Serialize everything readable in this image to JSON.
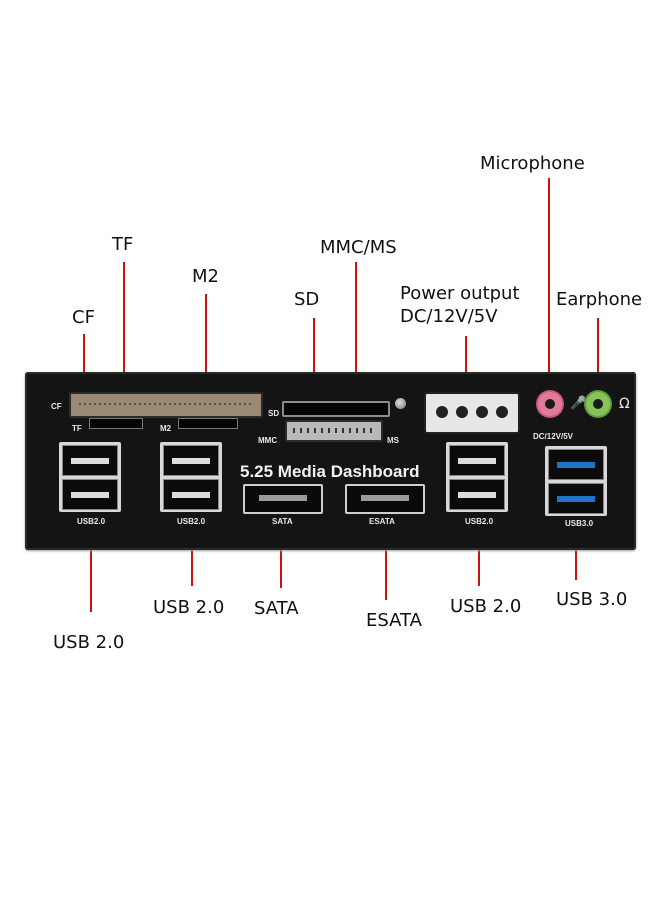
{
  "callouts": {
    "microphone": "Microphone",
    "tf": "TF",
    "m2": "M2",
    "mmc_ms": "MMC/MS",
    "power_output_line1": "Power output",
    "power_output_line2": "DC/12V/5V",
    "cf": "CF",
    "sd": "SD",
    "earphone": "Earphone",
    "usb20_left_bottom": "USB 2.0",
    "usb20_left": "USB 2.0",
    "sata": "SATA",
    "esata": "ESATA",
    "usb20_right": "USB 2.0",
    "usb30": "USB 3.0"
  },
  "panel": {
    "title": "5.25 Media Dashboard",
    "labels": {
      "cf": "CF",
      "tf": "TF",
      "m2": "M2",
      "sd": "SD",
      "mmc": "MMC",
      "ms": "MS",
      "dc": "DC/12V/5V",
      "usb20_1": "USB2.0",
      "usb20_2": "USB2.0",
      "sata": "SATA",
      "esata": "ESATA",
      "usb20_3": "USB2.0",
      "usb30": "USB3.0"
    }
  },
  "colors": {
    "callout_line": "#d10f0f",
    "panel": "#141414",
    "mic_jack": "#e07b9a",
    "ear_jack": "#86c45a",
    "usb3_tongue": "#1f73c8"
  }
}
